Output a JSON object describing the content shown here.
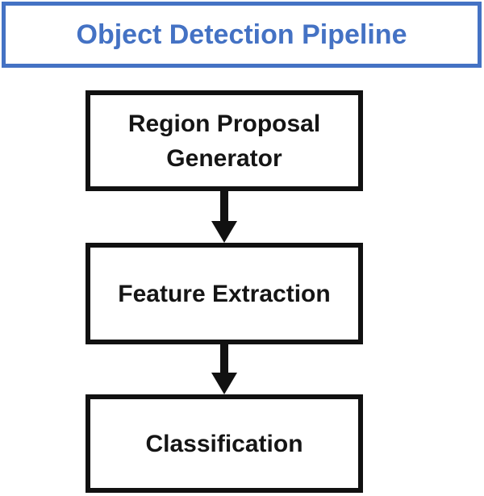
{
  "title": {
    "label": "Object Detection Pipeline"
  },
  "pipeline": {
    "nodes": [
      {
        "id": "region-proposal-generator",
        "label": "Region Proposal Generator"
      },
      {
        "id": "feature-extraction",
        "label": "Feature Extraction"
      },
      {
        "id": "classification",
        "label": "Classification"
      }
    ],
    "connectors": [
      {
        "from": "region-proposal-generator",
        "to": "feature-extraction",
        "direction": "down"
      },
      {
        "from": "feature-extraction",
        "to": "classification",
        "direction": "down"
      }
    ]
  },
  "colors": {
    "accent_blue": "#4472C4",
    "node_border_black": "#111111",
    "text_black": "#151515",
    "background": "#ffffff"
  }
}
